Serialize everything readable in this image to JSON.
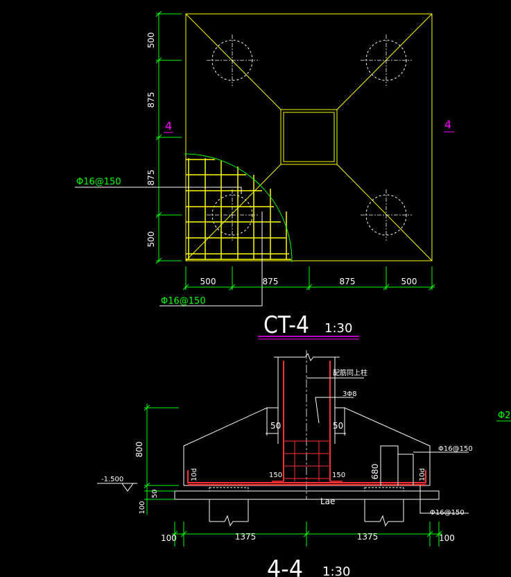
{
  "plan": {
    "dims_top_to_bottom": [
      "500",
      "875",
      "875",
      "500"
    ],
    "dims_left_to_right": [
      "500",
      "875",
      "875",
      "500"
    ],
    "rebar_label_1": "Φ16@150",
    "rebar_label_2": "Φ16@150",
    "section_mark": "4",
    "title": "CT-4",
    "scale": "1:30"
  },
  "section": {
    "title": "4-4",
    "scale": "1:30",
    "col_note": "配筋同上柱",
    "stirrup_note": "3Φ8",
    "haunch_left": "50",
    "haunch_right": "50",
    "height": "800",
    "height_right": "680",
    "elev": "-1.500",
    "dim_50": "50",
    "dim_100": "100",
    "bot_left": "100",
    "bot_mid_left": "1375",
    "bot_mid_right": "1375",
    "bot_right": "100",
    "anchor_left": "150",
    "anchor_right": "150",
    "bar_top": "Φ16@150",
    "bar_bottom": "Φ16@150",
    "lae": "Lae",
    "hook_left": "10d",
    "hook_right": "10d",
    "edge_label": "Φ2"
  },
  "colors": {
    "background": "#000000",
    "outline": "#ffff00",
    "dimension": "#00ff00",
    "rebar": "#ff3030",
    "text": "#ffffff",
    "section_mark": "#ff00ff"
  }
}
